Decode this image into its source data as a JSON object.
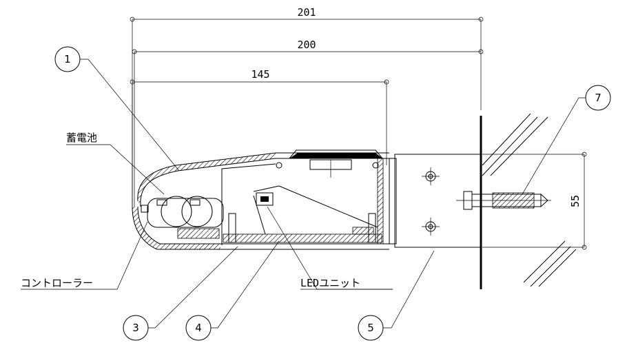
{
  "dimensions": {
    "d201": "201",
    "d200": "200",
    "d145": "145",
    "d55": "55"
  },
  "callouts": {
    "c1": "1",
    "c3": "3",
    "c4": "4",
    "c5": "5",
    "c7": "7"
  },
  "labels": {
    "battery": "蓄電池",
    "controller": "コントローラー",
    "led_unit": "LEDユニット"
  }
}
